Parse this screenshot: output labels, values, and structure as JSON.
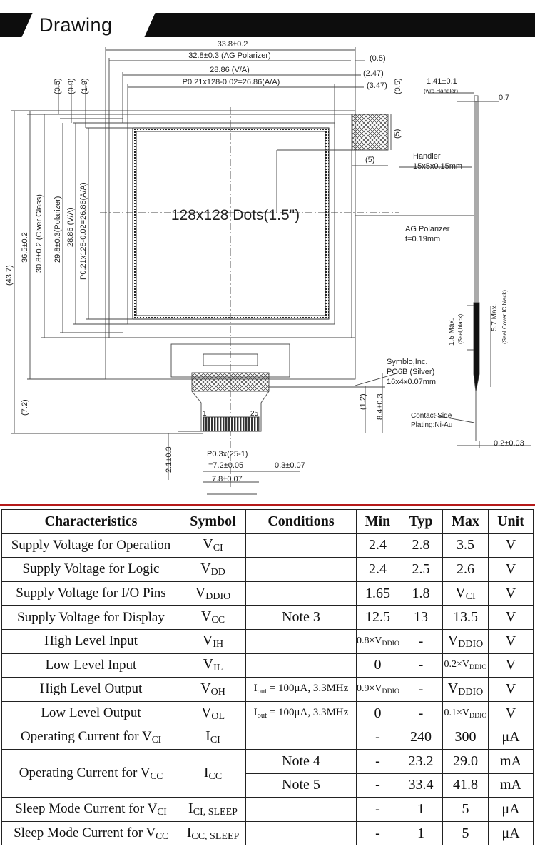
{
  "header": {
    "title": "Drawing"
  },
  "drawing": {
    "dims": {
      "w_outer": "33.8±0.2",
      "w_ag": "32.8±0.3 (AG Polarizer)",
      "w_va": "28.86 (V/A)",
      "w_aa": "P0.21x128-0.02=26.86(A/A)",
      "r_05": "(0.5)",
      "r_247": "(2.47)",
      "r_347": "(3.47)",
      "v_05": "(0.5)",
      "v_09": "(0.9)",
      "v_19": "(1.9)",
      "h_437": "(43.7)",
      "h_365": "36.5±0.2",
      "h_308": "30.8±0.2 (Clver Glass)",
      "h_298": "29.8±0.3(Polarizer)",
      "h_2886": "28.86 (V/A)",
      "h_aa": "P0.21x128-0.02=26.86(A/A)",
      "h_72": "(7.2)",
      "s_05": "(0.5)",
      "hand_5a": "(5)",
      "hand_5b": "(5)",
      "thick": "1.41±0.1",
      "thick_note": "(w/o Handler)",
      "t07": "0.7",
      "seal15": "1.5 Max.",
      "seal15_note": "(Seal,black)",
      "seal57": "5.7 Max.",
      "seal57_note": "(Seal Cover IC,black)",
      "fpc12": "(1.2)",
      "fpc84": "8.4±0.3",
      "fpc21": "2.1±0.3",
      "pitch1": "P0.3x(25-1)",
      "pitch2": "=7.2±0.05",
      "p03": "0.3±0.07",
      "w78": "7.8±0.07",
      "t02": "0.2±0.03",
      "pin1": "1",
      "pin25": "25"
    },
    "display_label": "128x128 Dots(1.5\")",
    "notes": {
      "handler1": "Handler",
      "handler2": "15x5x0.15mm",
      "ag1": "AG Polarizer",
      "ag2": "t=0.19mm",
      "sym1": "Symblo,Inc.",
      "sym2": "PO6B (Silver)",
      "sym3": "16x4x0.07mm",
      "contact1": "Contact Side",
      "contact2": "Plating:Ni-Au"
    }
  },
  "table": {
    "headers": [
      "Characteristics",
      "Symbol",
      "Conditions",
      "Min",
      "Typ",
      "Max",
      "Unit"
    ],
    "rows": [
      {
        "char": {
          "t": "Supply Voltage for Operation"
        },
        "sym": {
          "t": "V",
          "sub": "CI"
        },
        "cond": "",
        "min": {
          "t": "2.4"
        },
        "typ": "2.8",
        "max": {
          "t": "3.5"
        },
        "unit": "V"
      },
      {
        "char": {
          "t": "Supply Voltage for Logic"
        },
        "sym": {
          "t": "V",
          "sub": "DD"
        },
        "cond": "",
        "min": {
          "t": "2.4"
        },
        "typ": "2.5",
        "max": {
          "t": "2.6"
        },
        "unit": "V"
      },
      {
        "char": {
          "t": "Supply Voltage for I/O Pins"
        },
        "sym": {
          "t": "V",
          "sub": "DDIO"
        },
        "cond": "",
        "min": {
          "t": "1.65"
        },
        "typ": "1.8",
        "max": {
          "t": "V",
          "sub": "CI"
        },
        "unit": "V"
      },
      {
        "char": {
          "t": "Supply Voltage for Display"
        },
        "sym": {
          "t": "V",
          "sub": "CC"
        },
        "cond": "Note 3",
        "min": {
          "t": "12.5"
        },
        "typ": "13",
        "max": {
          "t": "13.5"
        },
        "unit": "V"
      },
      {
        "char": {
          "t": "High Level Input"
        },
        "sym": {
          "t": "V",
          "sub": "IH"
        },
        "cond": "",
        "min": {
          "t": "0.8×V",
          "sub": "DDIO"
        },
        "typ": "-",
        "max": {
          "t": "V",
          "sub": "DDIO"
        },
        "unit": "V"
      },
      {
        "char": {
          "t": "Low Level Input"
        },
        "sym": {
          "t": "V",
          "sub": "IL"
        },
        "cond": "",
        "min": {
          "t": "0"
        },
        "typ": "-",
        "max": {
          "t": "0.2×V",
          "sub": "DDIO"
        },
        "unit": "V"
      },
      {
        "char": {
          "t": "High Level Output"
        },
        "sym": {
          "t": "V",
          "sub": "OH"
        },
        "cond": {
          "pre": "I",
          "sub": "out",
          "post": " = 100μA, 3.3MHz"
        },
        "min": {
          "t": "0.9×V",
          "sub": "DDIO"
        },
        "typ": "-",
        "max": {
          "t": "V",
          "sub": "DDIO"
        },
        "unit": "V"
      },
      {
        "char": {
          "t": "Low Level Output"
        },
        "sym": {
          "t": "V",
          "sub": "OL"
        },
        "cond": {
          "pre": "I",
          "sub": "out",
          "post": " = 100μA, 3.3MHz"
        },
        "min": {
          "t": "0"
        },
        "typ": "-",
        "max": {
          "t": "0.1×V",
          "sub": "DDIO"
        },
        "unit": "V"
      },
      {
        "char": {
          "t": "Operating Current for V",
          "sub": "CI"
        },
        "sym": {
          "t": "I",
          "sub": "CI"
        },
        "cond": "",
        "min": {
          "t": "-"
        },
        "typ": "240",
        "max": {
          "t": "300"
        },
        "unit": "μA"
      },
      {
        "char": {
          "t": "Operating Current for V",
          "sub": "CC"
        },
        "sym": {
          "t": "I",
          "sub": "CC"
        },
        "cond": "Note 4",
        "min": {
          "t": "-"
        },
        "typ": "23.2",
        "max": {
          "t": "29.0"
        },
        "unit": "mA",
        "span": 2
      },
      {
        "cond": "Note 5",
        "min": {
          "t": "-"
        },
        "typ": "33.4",
        "max": {
          "t": "41.8"
        },
        "unit": "mA",
        "cont": true
      },
      {
        "char": {
          "t": "Sleep Mode Current for V",
          "sub": "CI"
        },
        "sym": {
          "t": "I",
          "sub": "CI, SLEEP"
        },
        "cond": "",
        "min": {
          "t": "-"
        },
        "typ": "1",
        "max": {
          "t": "5"
        },
        "unit": "μA"
      },
      {
        "char": {
          "t": "Sleep Mode Current for V",
          "sub": "CC"
        },
        "sym": {
          "t": "I",
          "sub": "CC, SLEEP"
        },
        "cond": "",
        "min": {
          "t": "-"
        },
        "typ": "1",
        "max": {
          "t": "5"
        },
        "unit": "μA"
      }
    ]
  }
}
